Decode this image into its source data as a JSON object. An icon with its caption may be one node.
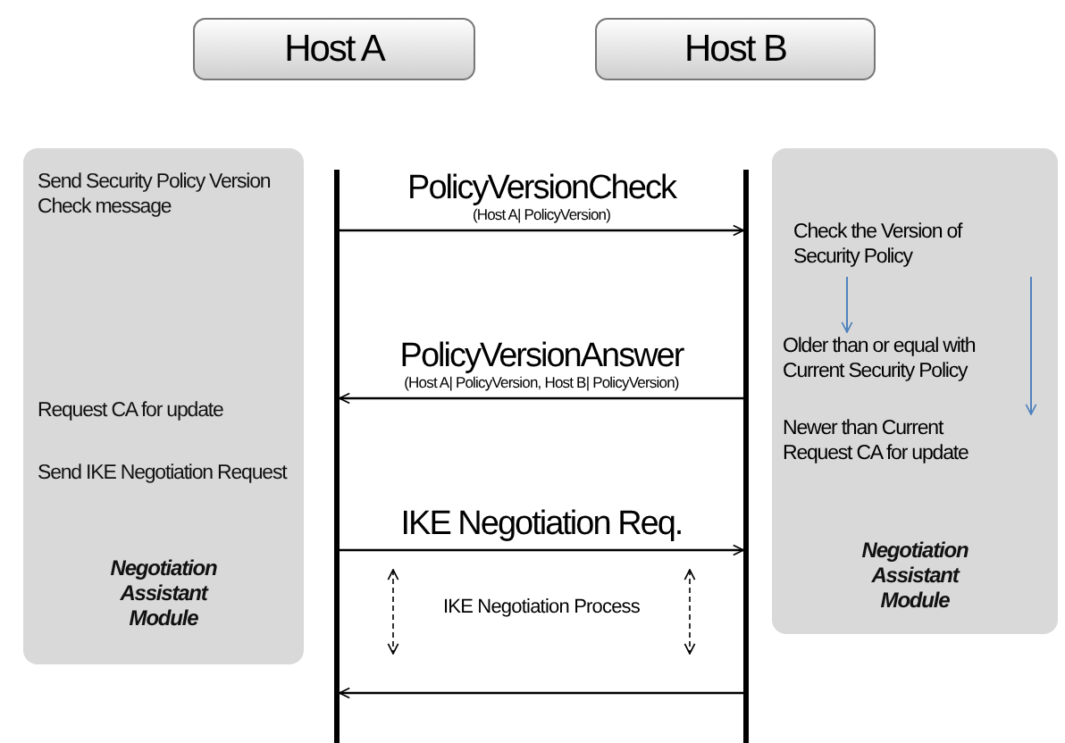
{
  "diagram": {
    "nodes": [
      {
        "text": [
          "Host A"
        ]
      },
      {
        "text": [
          "Host B"
        ]
      },
      {
        "text": [
          "Send Security Policy Version Check message",
          "Request CA for update",
          "Send IKE Negotiation Request",
          "Negotiation Assistant Module"
        ]
      },
      {
        "text": [],
        "shape": "bar"
      },
      {
        "text": [],
        "shape": "bar"
      },
      {
        "text": [
          "Negotiation Assistant Module"
        ]
      },
      {
        "text": [
          "Check the Version of Security Policy"
        ],
        "in": 5
      },
      {
        "text": [
          "Older than or equal with Current Security Policy"
        ],
        "in": 5
      },
      {
        "text": [
          "Newer than Current Request CA for update"
        ],
        "in": 5
      }
    ],
    "edges": [
      {
        "from": 3,
        "to": 4,
        "arrow": "to",
        "label": "PolicyVersionCheck"
      },
      {
        "from": 4,
        "to": 3,
        "arrow": "to",
        "label": "PolicyVersionAnswer"
      },
      {
        "from": 3,
        "to": 4,
        "arrow": "to",
        "label": "IKE Negotiation Req."
      },
      {
        "from": 4,
        "to": 3,
        "arrow": "to"
      },
      {
        "from": 6,
        "to": 7,
        "arrow": "to",
        "color": "#4f81bd"
      },
      {
        "from": 6,
        "to": 8,
        "arrow": "to",
        "color": "#4f81bd"
      }
    ],
    "labels": [
      "(Host A| PolicyVersion)",
      "(Host A| PolicyVersion, Host B| PolicyVersion)",
      "IKE Negotiation Process"
    ]
  }
}
